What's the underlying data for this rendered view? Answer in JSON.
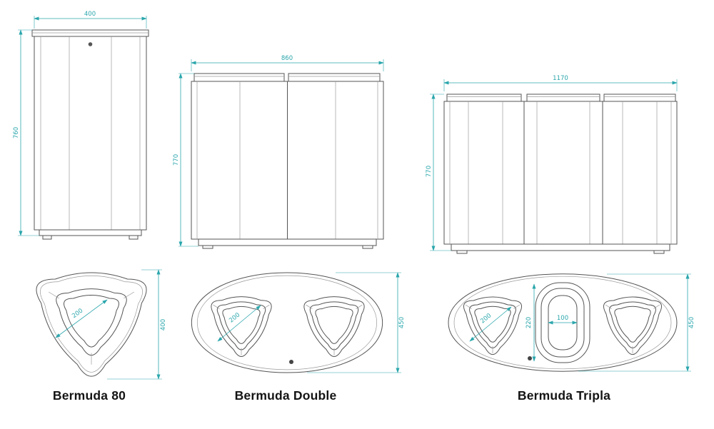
{
  "products": [
    {
      "name": "Bermuda 80",
      "front": {
        "width": "400",
        "height": "760"
      },
      "top": {
        "opening": "200",
        "depth": "400"
      }
    },
    {
      "name": "Bermuda Double",
      "front": {
        "width": "860",
        "height": "770"
      },
      "top": {
        "opening": "200",
        "depth": "450"
      }
    },
    {
      "name": "Bermuda Tripla",
      "front": {
        "width": "1170",
        "height": "770"
      },
      "top": {
        "opening": "200",
        "center_width": "220",
        "center_opening": "100",
        "depth": "450"
      }
    }
  ],
  "colors": {
    "dimension": "#2aa6ac",
    "outline": "#555555",
    "label": "#141414"
  }
}
